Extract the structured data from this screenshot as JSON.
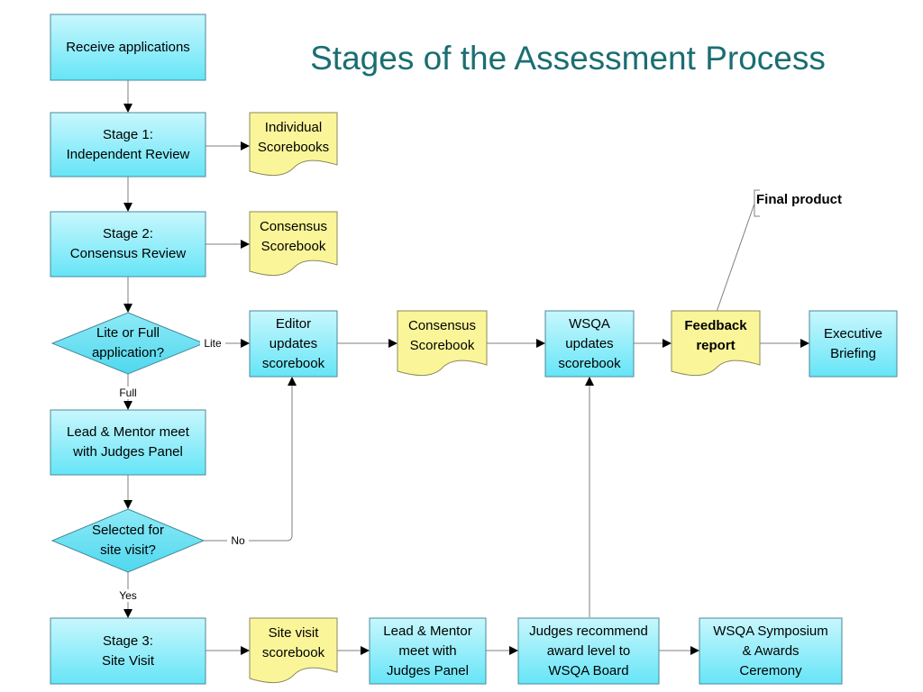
{
  "title": "Stages of the Assessment Process",
  "colors": {
    "process_fill": "#66e5f7",
    "process_fill_light": "#c8f7fd",
    "document_fill": "#fbf59a",
    "decision_fill": "#4fd8ee",
    "title_color": "#1a6e73",
    "border": "#4a8a9a",
    "line": "#7f7f7f"
  },
  "processes": {
    "receive": "Receive applications",
    "stage1": "Stage 1:\nIndependent Review",
    "stage2": "Stage 2:\nConsensus Review",
    "lead_mentor_1": "Lead & Mentor meet\nwith Judges Panel",
    "stage3": "Stage 3:\nSite Visit",
    "editor_updates": "Editor\nupdates\nscorebook",
    "wsqa_updates": "WSQA\nupdates\nscorebook",
    "executive_briefing": "Executive\nBriefing",
    "lead_mentor_2": "Lead & Mentor\nmeet with\nJudges Panel",
    "judges_recommend": "Judges recommend\naward level to\nWSQA Board",
    "symposium": "WSQA Symposium\n& Awards\nCeremony"
  },
  "documents": {
    "individual_scorebooks": "Individual\nScorebooks",
    "consensus_scorebook_1": "Consensus\nScorebook",
    "consensus_scorebook_2": "Consensus\nScorebook",
    "feedback_report": "Feedback\nreport",
    "site_visit_scorebook": "Site visit\nscorebook"
  },
  "decisions": {
    "lite_or_full": "Lite or Full\napplication?",
    "selected_site_visit": "Selected for\nsite visit?"
  },
  "edge_labels": {
    "lite": "Lite",
    "full": "Full",
    "no": "No",
    "yes": "Yes"
  },
  "callout": "Final product"
}
